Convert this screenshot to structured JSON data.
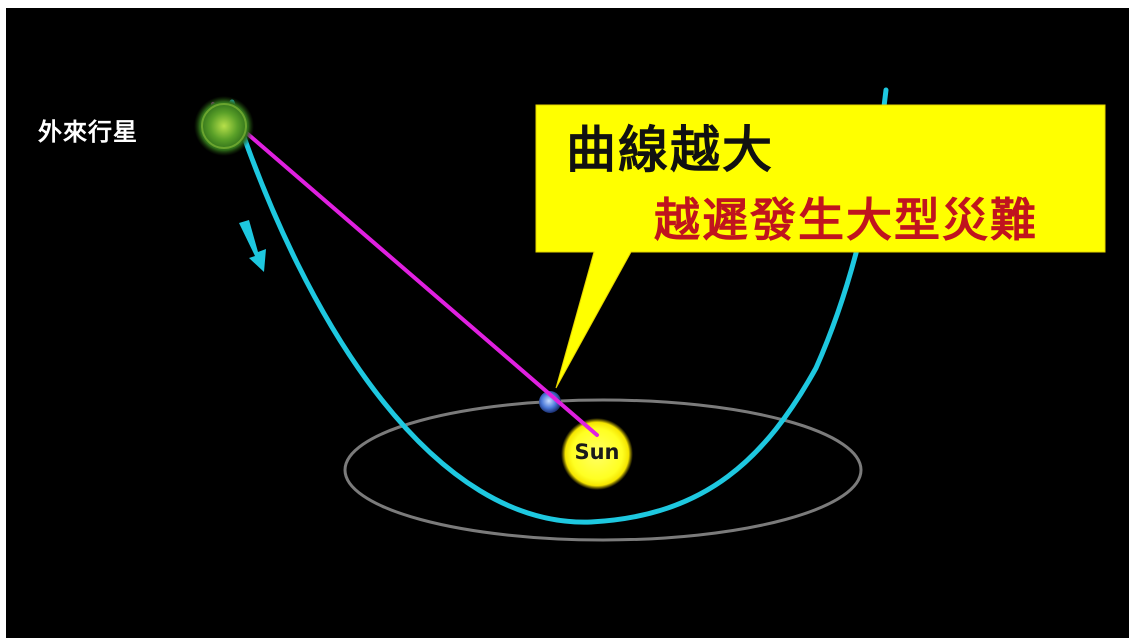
{
  "planet_label": "外來行星",
  "sun_label": "Sun",
  "callout": {
    "line1": "曲線越大",
    "line2": "越遲發生大型災難"
  },
  "colors": {
    "background": "#000000",
    "trajectory": "#1ec8e0",
    "sight_line": "#e020e0",
    "orbit": "#9a9a9a",
    "sun": "#ffff33",
    "callout_fill": "#ffff00",
    "callout_text_1": "#111111",
    "callout_text_2": "#c0141e",
    "planet": "#5aa028"
  },
  "icons": {
    "direction_arrow": "arrow-down-icon",
    "planet": "green-planet-icon",
    "earth": "earth-icon",
    "sun": "sun-icon"
  }
}
